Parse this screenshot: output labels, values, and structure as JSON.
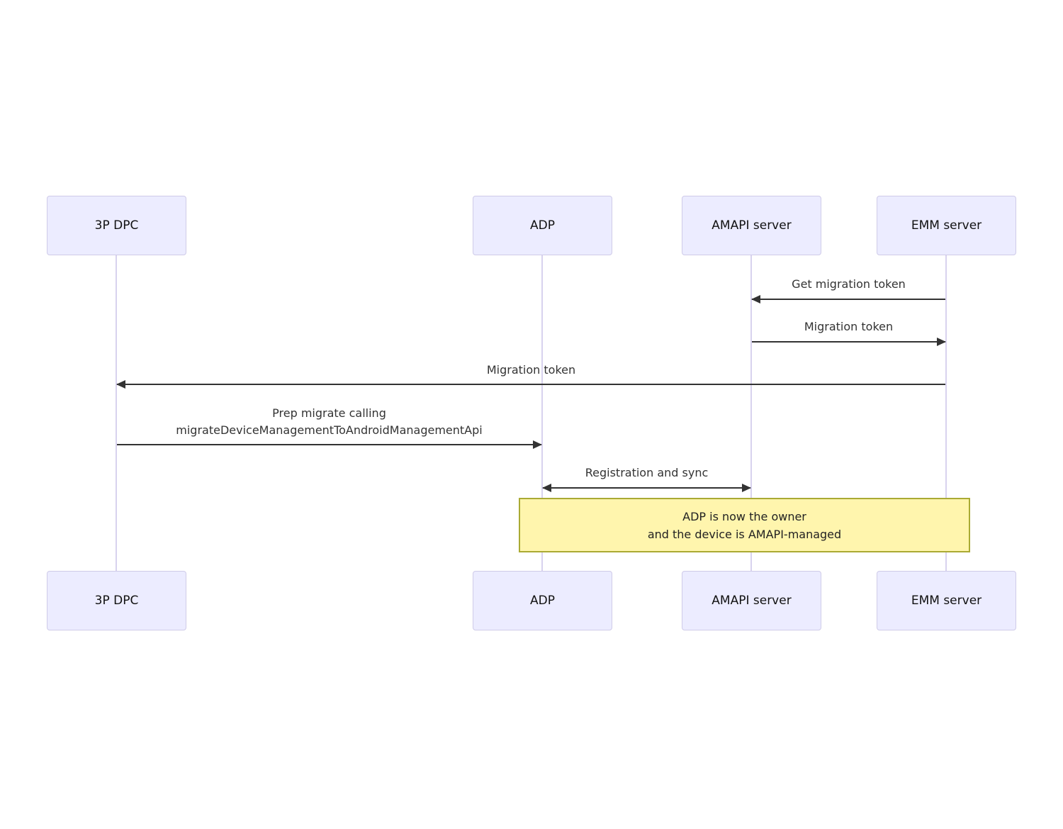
{
  "diagram": {
    "type": "sequence-diagram",
    "actors": [
      {
        "id": "3p-dpc",
        "label": "3P DPC"
      },
      {
        "id": "adp",
        "label": "ADP"
      },
      {
        "id": "amapi-server",
        "label": "AMAPI server"
      },
      {
        "id": "emm-server",
        "label": "EMM server"
      }
    ],
    "messages": [
      {
        "from": "EMM server",
        "to": "AMAPI server",
        "label": "Get migration token",
        "direction": "left",
        "line_style": "solid"
      },
      {
        "from": "AMAPI server",
        "to": "EMM server",
        "label": "Migration token",
        "direction": "right",
        "line_style": "solid"
      },
      {
        "from": "EMM server",
        "to": "3P DPC",
        "label": "Migration token",
        "direction": "left",
        "line_style": "solid"
      },
      {
        "from": "3P DPC",
        "to": "ADP",
        "label": "Prep migrate calling",
        "label2": "migrateDeviceManagementToAndroidManagementApi",
        "direction": "right",
        "line_style": "solid"
      },
      {
        "from": "ADP",
        "to": "AMAPI server",
        "label": "Registration and sync",
        "direction": "both",
        "line_style": "solid"
      }
    ],
    "note": {
      "over": "ADP, AMAPI server, EMM server",
      "line1": "ADP is now the owner",
      "line2": "and the device is AMAPI-managed"
    },
    "colors": {
      "actor_fill": "#ECECFF",
      "actor_border": "#CFCBE8",
      "lifeline": "#D8D2EE",
      "arrow": "#333333",
      "note_fill": "#FFF5AD",
      "note_border": "#AAAA33"
    }
  }
}
